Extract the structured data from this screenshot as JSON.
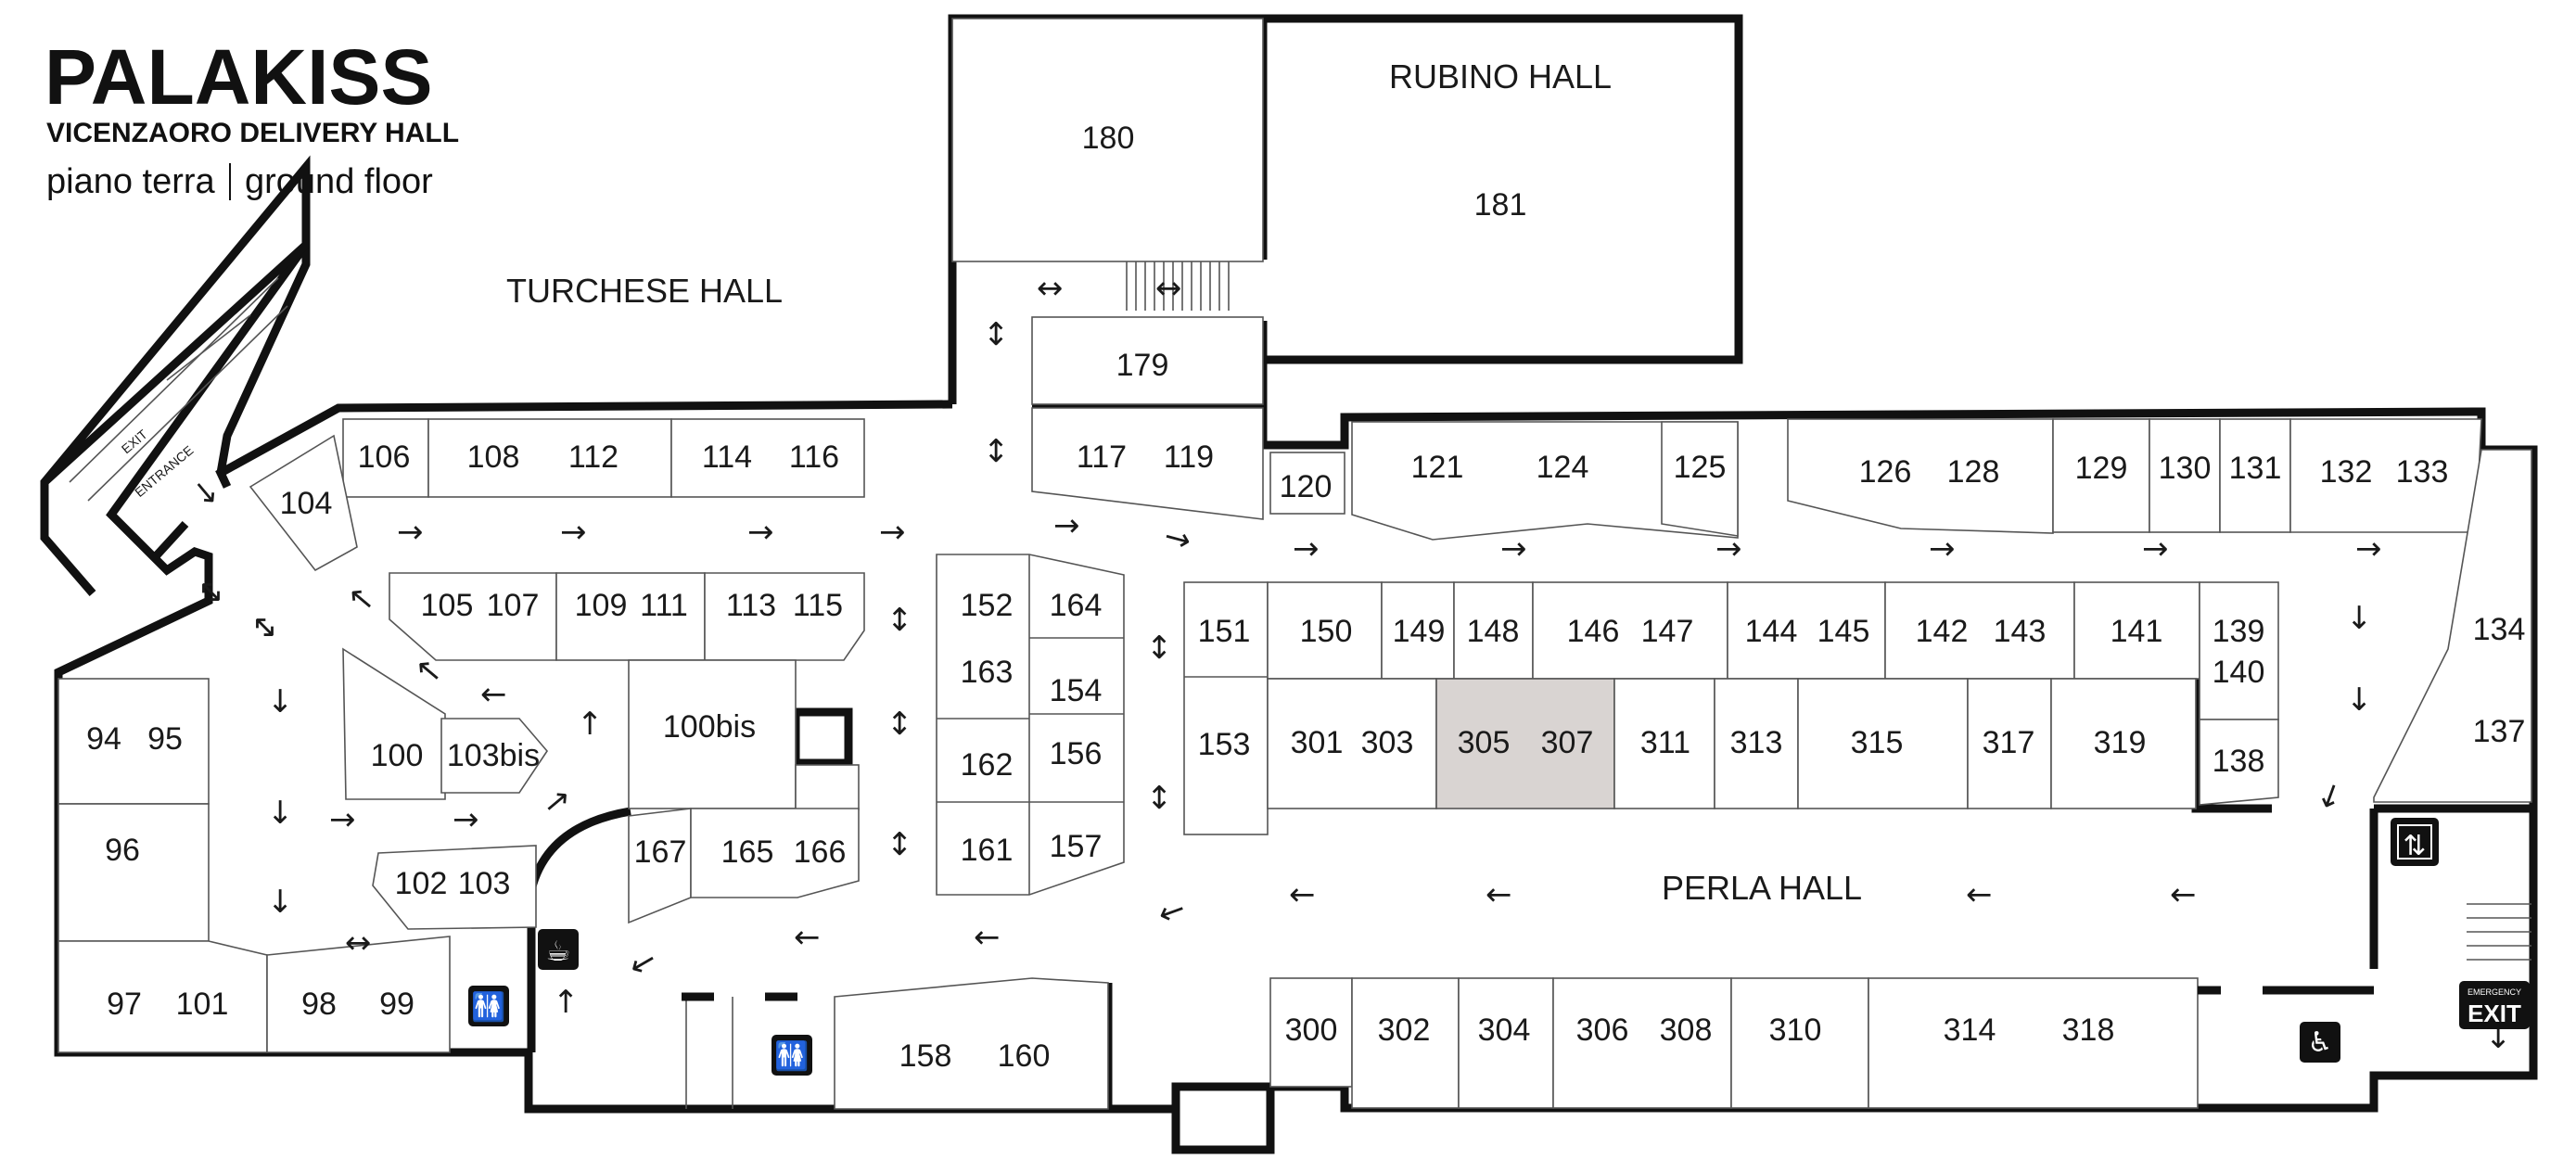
{
  "logo": {
    "brand": "PALAKISS",
    "subtitle": "VICENZAORO DELIVERY HALL",
    "floor_it": "piano terra",
    "floor_en": "ground floor"
  },
  "halls": {
    "rubino": "RUBINO HALL",
    "turchese": "TURCHESE HALL",
    "perla": "PERLA HALL"
  },
  "entrance": {
    "exit": "EXIT",
    "entrance": "ENTRANCE"
  },
  "emergency": {
    "small": "EMERGENCY",
    "big": "EXIT"
  },
  "booths": {
    "b180": "180",
    "b181": "181",
    "b179": "179",
    "b117": "117",
    "b119": "119",
    "b120": "120",
    "b121": "121",
    "b124": "124",
    "b125": "125",
    "b126": "126",
    "b128": "128",
    "b129": "129",
    "b130": "130",
    "b131": "131",
    "b132": "132",
    "b133": "133",
    "b134": "134",
    "b137": "137",
    "b106": "106",
    "b108": "108",
    "b112": "112",
    "b114": "114",
    "b116": "116",
    "b104": "104",
    "b105": "105",
    "b107": "107",
    "b109": "109",
    "b111": "111",
    "b113": "113",
    "b115": "115",
    "b100bis": "100bis",
    "b100": "100",
    "b103bis": "103bis",
    "b102": "102",
    "b103": "103",
    "b167": "167",
    "b165": "165",
    "b166": "166",
    "b152": "152",
    "b164": "164",
    "b163": "163",
    "b154": "154",
    "b162": "162",
    "b156": "156",
    "b161": "161",
    "b157": "157",
    "b151": "151",
    "b153": "153",
    "b150": "150",
    "b149": "149",
    "b148": "148",
    "b146": "146",
    "b147": "147",
    "b144": "144",
    "b145": "145",
    "b142": "142",
    "b143": "143",
    "b141": "141",
    "b139": "139",
    "b140": "140",
    "b138": "138",
    "b301": "301",
    "b303": "303",
    "b305": "305",
    "b307": "307",
    "b311": "311",
    "b313": "313",
    "b315": "315",
    "b317": "317",
    "b319": "319",
    "b94": "94",
    "b95": "95",
    "b96": "96",
    "b97": "97",
    "b101": "101",
    "b98": "98",
    "b99": "99",
    "b158": "158",
    "b160": "160",
    "b300": "300",
    "b302": "302",
    "b304": "304",
    "b306": "306",
    "b308": "308",
    "b310": "310",
    "b314": "314",
    "b318": "318"
  },
  "highlight_color": "#d9d4d2",
  "icons": [
    "coffee-icon",
    "restroom-icon",
    "accessible-restroom-icon",
    "elevator-icon",
    "emergency-exit-sign"
  ]
}
